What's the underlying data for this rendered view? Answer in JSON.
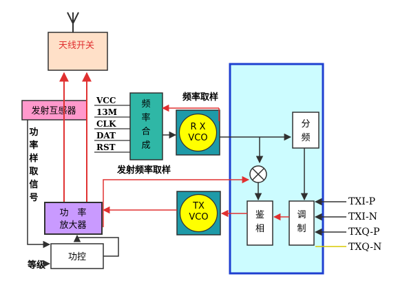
{
  "blocks": {
    "antenna_switch": "天线开关",
    "coupler": "发射互感器",
    "synth": [
      "频",
      "率",
      "合",
      "成"
    ],
    "rx_vco": [
      "R X",
      "VCO"
    ],
    "tx_vco": [
      "TX",
      "VCO"
    ],
    "divider": [
      "分",
      "频"
    ],
    "phase_detector": [
      "鉴",
      "相"
    ],
    "modulator": [
      "调",
      "制"
    ],
    "power_amp": [
      "功　率",
      "放大器"
    ],
    "power_control": "功控"
  },
  "labels": {
    "freq_sample": "频率取样",
    "tx_freq_sample": "发射频率取样",
    "power_sample": [
      "功",
      "率",
      "样",
      "取",
      "信",
      "号"
    ],
    "level": "等级"
  },
  "signals_left": [
    "VCC",
    "13M",
    "CLK",
    "DAT",
    "RST"
  ],
  "signals_right": [
    "TXI-P",
    "TXI-N",
    "TXQ-P",
    "TXQ-N"
  ],
  "colors": {
    "red_line": "#e03030",
    "dark_line": "#303030",
    "tx_box_fill": "#ccfcff",
    "tx_box_border": "#1e3fd0",
    "synth_fill": "#2fb7a6",
    "vco_frame": "#1e9aa8",
    "vco_circle": "#ffff00",
    "pa_fill": "#c99aff",
    "coupler_fill": "#ff99cc"
  }
}
